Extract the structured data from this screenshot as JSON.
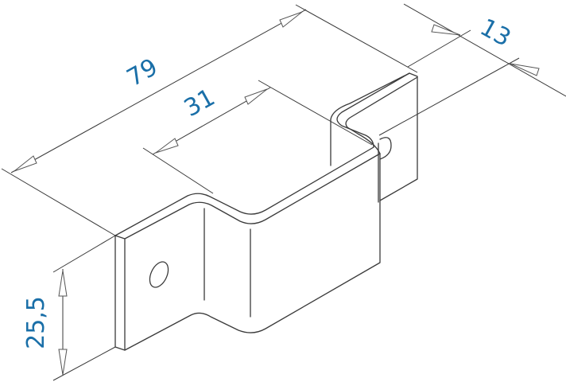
{
  "dimensions": {
    "overall_length": "79",
    "inner_width": "31",
    "flange_depth": "13",
    "height": "25,5"
  },
  "colors": {
    "dimension_text": "#1a6fa8",
    "line": "#3a3a3a"
  }
}
